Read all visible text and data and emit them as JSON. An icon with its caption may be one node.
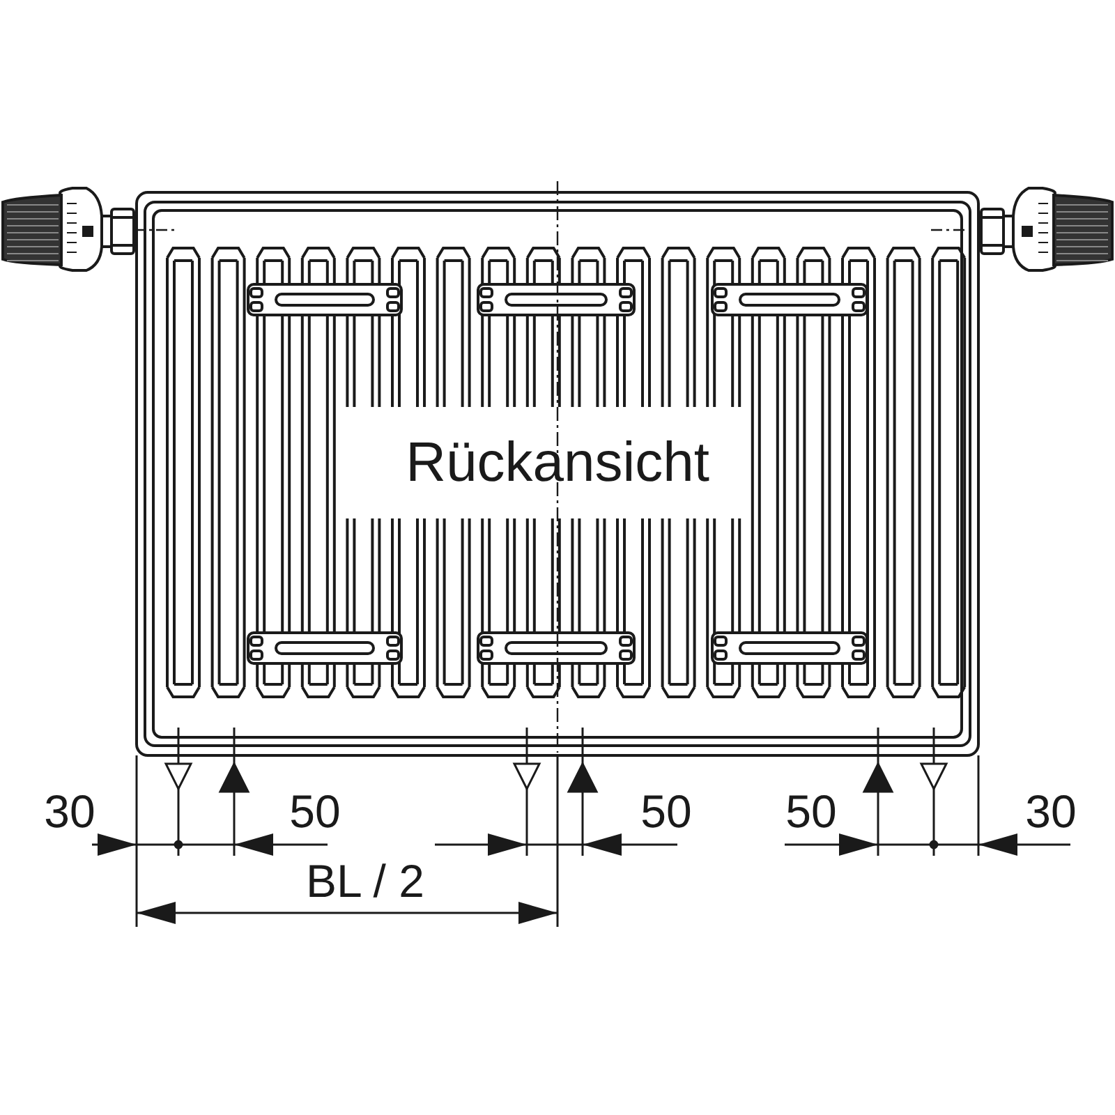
{
  "diagram": {
    "labels": [
      "Rückansicht",
      "30",
      "50",
      "50",
      "50",
      "30",
      "BL / 2"
    ]
  }
}
